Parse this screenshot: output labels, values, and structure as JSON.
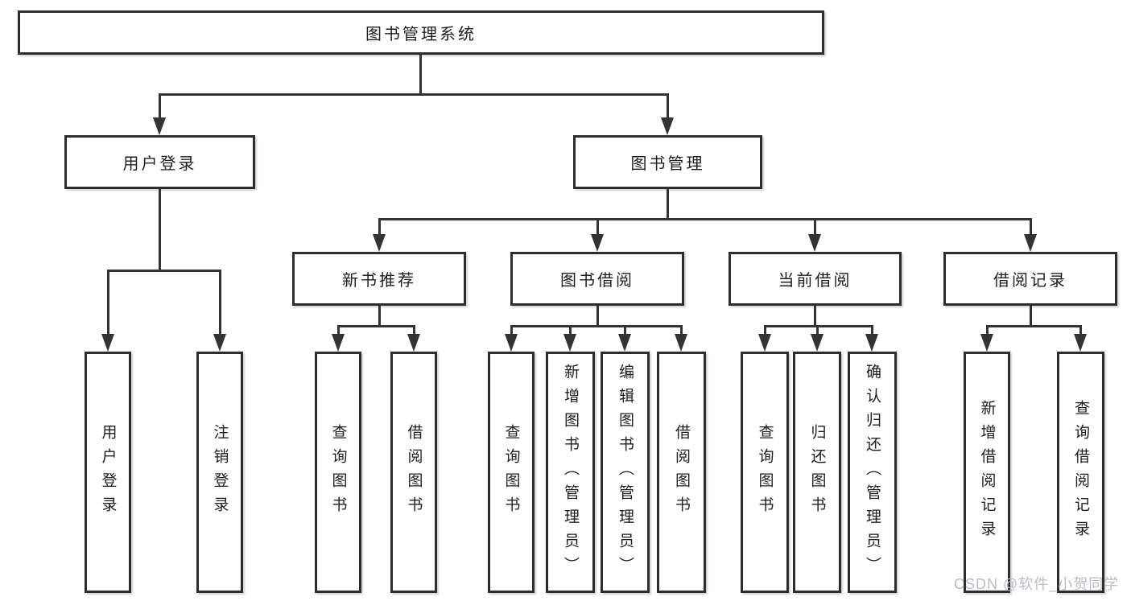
{
  "root_label": "图书管理系统",
  "level2": [
    {
      "label": "用户登录"
    },
    {
      "label": "图书管理"
    }
  ],
  "level3": [
    {
      "label": "新书推荐"
    },
    {
      "label": "图书借阅"
    },
    {
      "label": "当前借阅"
    },
    {
      "label": "借阅记录"
    }
  ],
  "leaf_groups": [
    {
      "parent": "用户登录",
      "items": [
        {
          "label": "用户登录"
        },
        {
          "label": "注销登录"
        }
      ]
    },
    {
      "parent": "新书推荐",
      "items": [
        {
          "label": "查询图书"
        },
        {
          "label": "借阅图书"
        }
      ]
    },
    {
      "parent": "图书借阅",
      "items": [
        {
          "label": "查询图书"
        },
        {
          "label": "新增图书（管理员）"
        },
        {
          "label": "编辑图书（管理员）"
        },
        {
          "label": "借阅图书"
        }
      ]
    },
    {
      "parent": "当前借阅",
      "items": [
        {
          "label": "查询图书"
        },
        {
          "label": "归还图书"
        },
        {
          "label": "确认归还（管理员）"
        }
      ]
    },
    {
      "parent": "借阅记录",
      "items": [
        {
          "label": "新增借阅记录"
        },
        {
          "label": "查询借阅记录"
        }
      ]
    }
  ],
  "watermark": {
    "text": "CSDN @软件_小贺同学"
  },
  "colors": {
    "line": "#333333",
    "border": "#2d2d2d",
    "text": "#1e1e1e",
    "wm": "#b9bcc2",
    "bg": "#ffffff"
  }
}
